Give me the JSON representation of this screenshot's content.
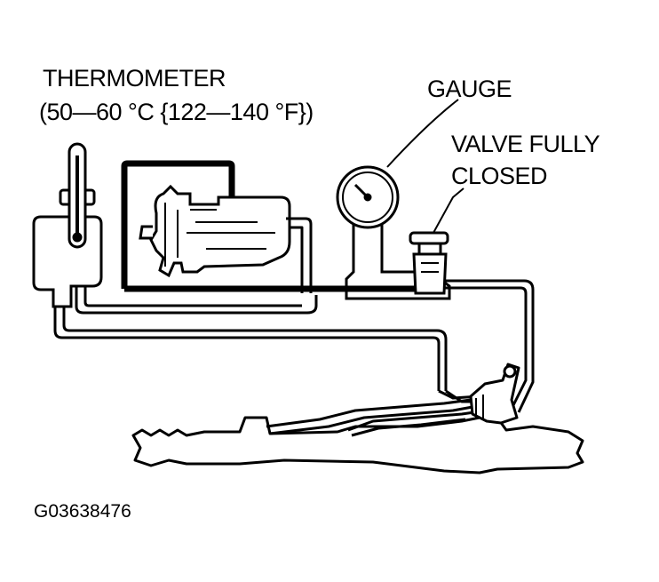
{
  "labels": {
    "thermometer": "THERMOMETER",
    "thermometer_range": "(50—60 °C {122—140 °F})",
    "gauge": "GAUGE",
    "valve_line1": "VALVE FULLY",
    "valve_line2": "CLOSED",
    "figure_id": "G03638476"
  }
}
